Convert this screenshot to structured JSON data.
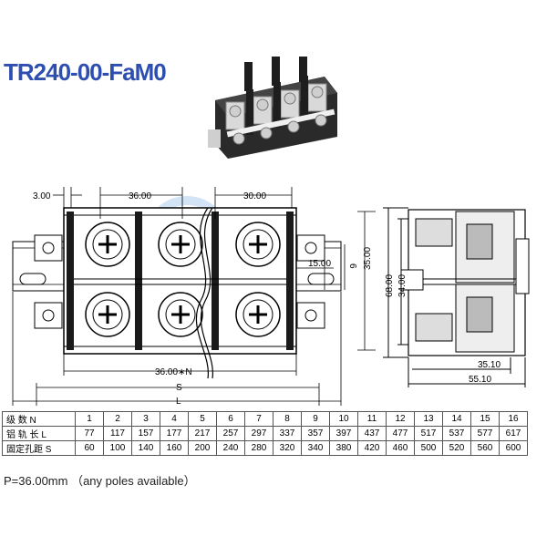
{
  "title": "TR240-00-FaM0",
  "dimensions": {
    "d3": "3.00",
    "d36": "36.00",
    "d30": "30.00",
    "d15": "15.00",
    "d6": "6",
    "d35": "35.00",
    "d68": "68.00",
    "d34": "34.00",
    "d3510": "35.10",
    "d5510": "55.10",
    "d36n": "36.00∗N",
    "s": "S",
    "l": "L"
  },
  "table": {
    "rows": [
      {
        "label": "级    数  N",
        "values": [
          "1",
          "2",
          "3",
          "4",
          "5",
          "6",
          "7",
          "8",
          "9",
          "10",
          "11",
          "12",
          "13",
          "14",
          "15",
          "16"
        ]
      },
      {
        "label": "铝 轨 长  L",
        "values": [
          "77",
          "117",
          "157",
          "177",
          "217",
          "257",
          "297",
          "337",
          "357",
          "397",
          "437",
          "477",
          "517",
          "537",
          "577",
          "617"
        ]
      },
      {
        "label": "固定孔距  S",
        "values": [
          "60",
          "100",
          "140",
          "160",
          "200",
          "240",
          "280",
          "320",
          "340",
          "380",
          "420",
          "460",
          "500",
          "520",
          "560",
          "600"
        ]
      }
    ]
  },
  "note": "P=36.00mm （any poles available）",
  "colors": {
    "title": "#2f4fb0",
    "watermark": "#7fb3e6"
  }
}
